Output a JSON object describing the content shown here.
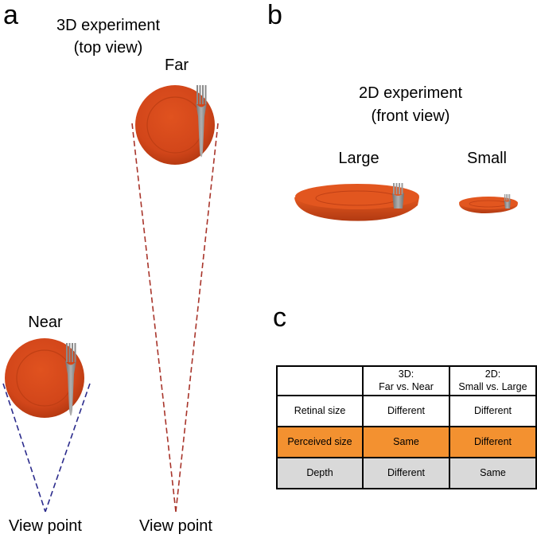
{
  "panel_a": {
    "letter": "a",
    "title_line1": "3D experiment",
    "title_line2": "(top view)",
    "far_label": "Far",
    "near_label": "Near",
    "viewpoint_label": "View point"
  },
  "panel_b": {
    "letter": "b",
    "title_line1": "2D experiment",
    "title_line2": "(front view)",
    "large_label": "Large",
    "small_label": "Small"
  },
  "panel_c": {
    "letter": "c",
    "header": [
      {
        "line1": "",
        "line2": ""
      },
      {
        "line1": "3D:",
        "line2": "Far vs. Near"
      },
      {
        "line1": "2D:",
        "line2": "Small vs. Large"
      }
    ],
    "rows": [
      {
        "cells": [
          "Retinal size",
          "Different",
          "Different"
        ],
        "fill": "#ffffff"
      },
      {
        "cells": [
          "Perceived size",
          "Same",
          "Different"
        ],
        "fill": "#f39130"
      },
      {
        "cells": [
          "Depth",
          "Different",
          "Same"
        ],
        "fill": "#d9d9d9"
      }
    ]
  },
  "colors": {
    "plate": "#d9481b",
    "plate_rim": "#c73f15",
    "fork": "#8c8c8c",
    "near_sightline": "#2b2b8c",
    "far_sightline": "#a8342a"
  },
  "icons": [
    "plate-icon",
    "fork-icon"
  ]
}
